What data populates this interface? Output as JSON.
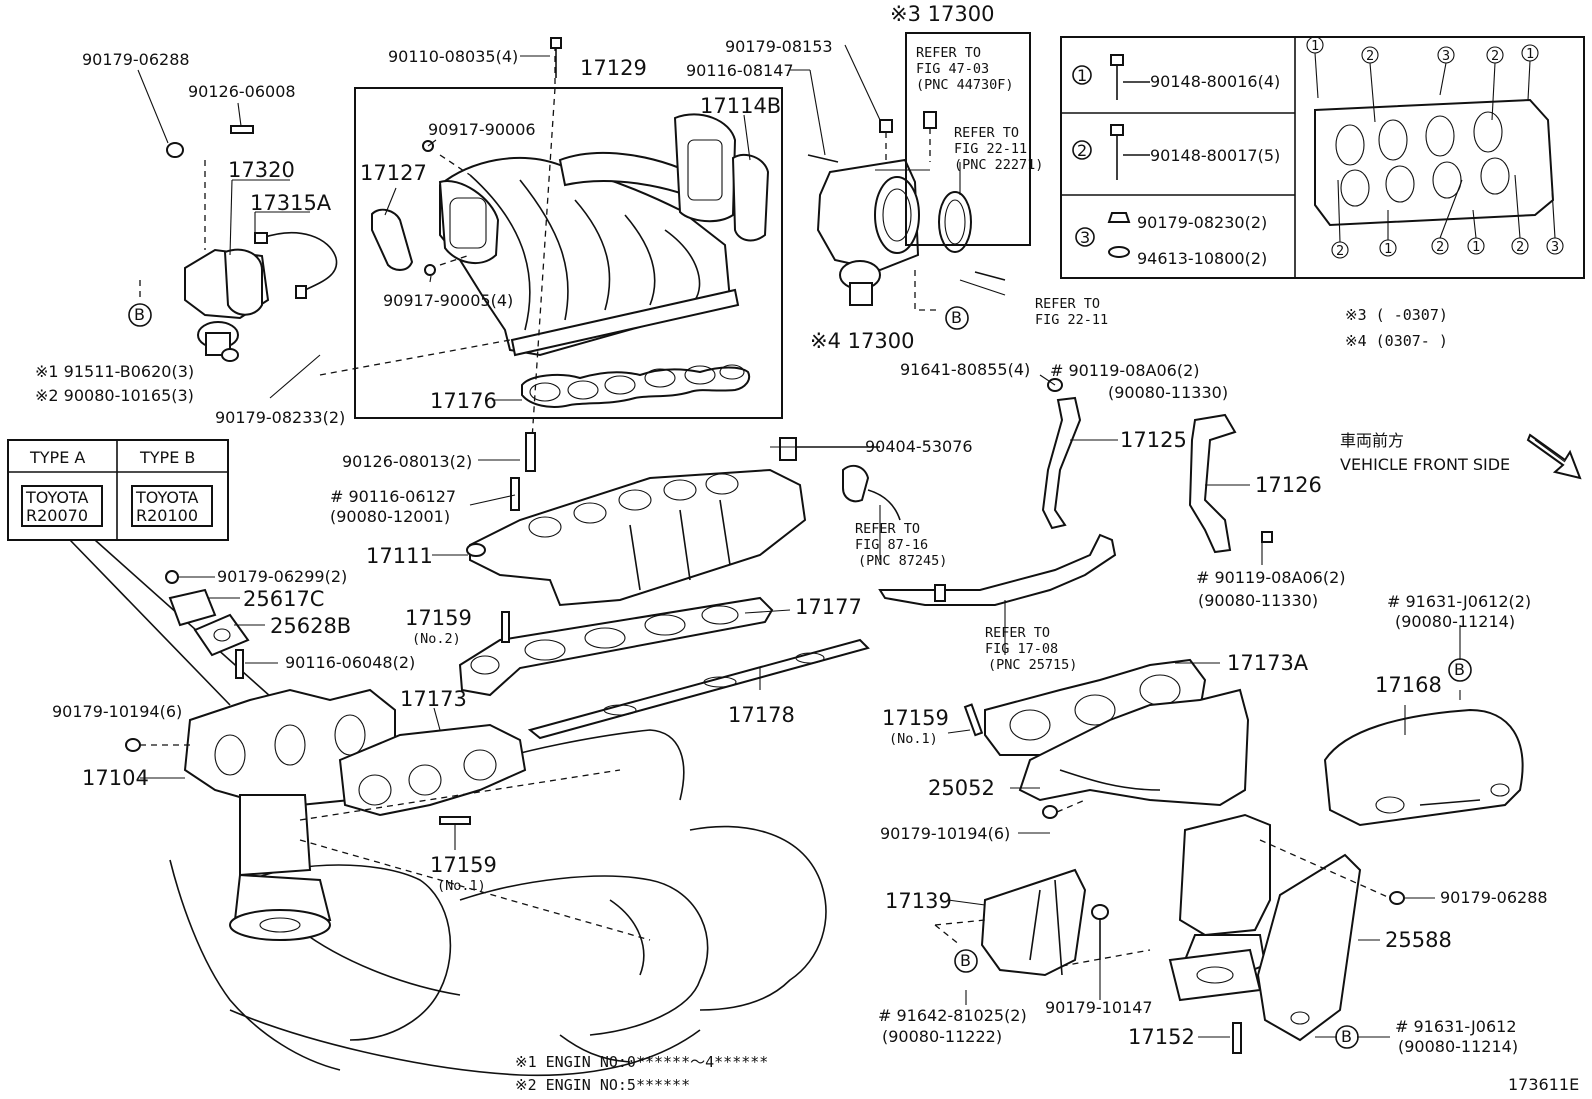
{
  "diagram_id": "173611E",
  "notes": {
    "engine_1": "※1 ENGIN NO:0******～4******",
    "engine_2": "※2 ENGIN NO:5******",
    "date_3": "※3 (      -0307)",
    "date_4": "※4 (0307-      )"
  },
  "vehicle_front": {
    "jp": "車両前方",
    "en": "VEHICLE FRONT SIDE"
  },
  "type_box": {
    "type_a": "TYPE A",
    "type_b": "TYPE B",
    "a_line1": "TOYOTA",
    "a_line2": "R20070",
    "b_line1": "TOYOTA",
    "b_line2": "R20100"
  },
  "legend": {
    "c1": "1",
    "c2": "2",
    "c3": "3",
    "row1": "90148-80016(4)",
    "row2": "90148-80017(5)",
    "row3a": "90179-08230(2)",
    "row3b": "94613-10800(2)"
  },
  "refs": {
    "r1": [
      "REFER TO",
      "FIG 47-03",
      "(PNC 44730F)"
    ],
    "r2": [
      "REFER TO",
      "FIG 22-11",
      "(PNC 22271)"
    ],
    "r3": [
      "REFER TO",
      "FIG 22-11"
    ],
    "r4": [
      "REFER TO",
      "FIG 87-16",
      "(PNC 87245)"
    ],
    "r5": [
      "REFER TO",
      "FIG 17-08",
      "(PNC 25715)"
    ]
  },
  "labels": {
    "p90179_06288_tl": "90179-06288",
    "p90126_06008": "90126-06008",
    "p17320": "17320",
    "p17315A": "17315A",
    "pB1": "B",
    "p91511": "※1 91511-B0620(3)",
    "p90080_10165": "※2 90080-10165(3)",
    "p90179_08233": "90179-08233(2)",
    "p90110_08035": "90110-08035(4)",
    "p17129": "17129",
    "p90917_90006": "90917-90006",
    "p17127": "17127",
    "p17114B": "17114B",
    "p90917_90005": "90917-90005(4)",
    "p17176": "17176",
    "p90179_08153": "90179-08153",
    "p90116_08147": "90116-08147",
    "p17300_3": "※3 17300",
    "p17300_4": "※4 17300",
    "pB2": "B",
    "p91641": "91641-80855(4)",
    "p90119_a": "# 90119-08A06(2)",
    "p90080_11330_a": "(90080-11330)",
    "p17125": "17125",
    "p17126": "17126",
    "p90119_b": "# 90119-08A06(2)",
    "p90080_11330_b": "(90080-11330)",
    "p90126_08013": "90126-08013(2)",
    "p90404": "90404-53076",
    "p90116_06127": "# 90116-06127",
    "p90080_12001": "(90080-12001)",
    "p17111": "17111",
    "p90179_06299": "90179-06299(2)",
    "p25617C": "25617C",
    "p25628B": "25628B",
    "p90116_06048": "90116-06048(2)",
    "p17159_no2": "17159",
    "p17159_no2_sub": "(No.2)",
    "p17177": "17177",
    "p17178": "17178",
    "p90179_10194_l": "90179-10194(6)",
    "p17104": "17104",
    "p17173": "17173",
    "p17159_no1_l": "17159",
    "p17159_no1_l_sub": "(No.1)",
    "p91631_a": "# 91631-J0612(2)",
    "p90080_11214_a": "(90080-11214)",
    "pB3": "B",
    "p17168": "17168",
    "p17173A": "17173A",
    "p17159_no1_r": "17159",
    "p17159_no1_r_sub": "(No.1)",
    "p25052": "25052",
    "p90179_10194_r": "90179-10194(6)",
    "p90179_06288_r": "90179-06288",
    "p17139": "17139",
    "p25588": "25588",
    "pB4": "B",
    "p91642": "# 91642-81025(2)",
    "p90080_11222": "(90080-11222)",
    "p90179_10147": "90179-10147",
    "p17152": "17152",
    "pB5": "B",
    "p91631_b": "# 91631-J0612",
    "p90080_11214_b": "(90080-11214)"
  }
}
